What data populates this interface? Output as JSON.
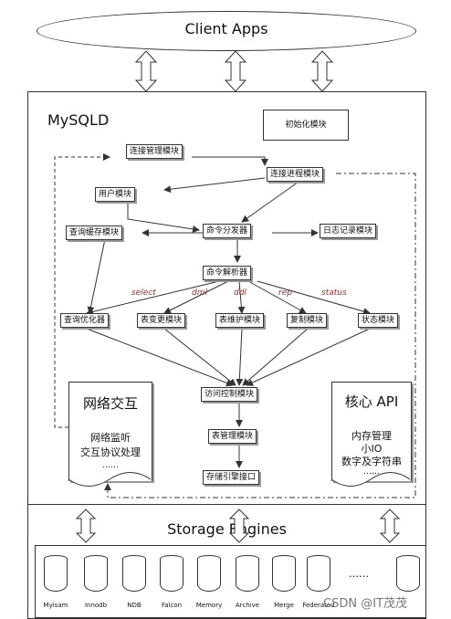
{
  "client_apps": "Client Apps",
  "mysqld": "MySQLD",
  "modules": {
    "init": "初始化模块",
    "conn_mgmt": "连接管理模块",
    "conn_proc": "连接进程模块",
    "user": "用户模块",
    "query_cache": "查询缓存模块",
    "dispatcher": "命令分发器",
    "logging": "日志记录模块",
    "parser": "命令解析器",
    "optimizer": "查询优化器",
    "table_change": "表变更模块",
    "table_maint": "表维护模块",
    "replication": "复制模块",
    "status": "状态模块",
    "access_control": "访问控制模块",
    "table_mgmt": "表管理模块",
    "storage_iface": "存储引擎接口"
  },
  "command_labels": [
    "select",
    "dml",
    "ddl",
    "rep",
    "status"
  ],
  "network_doc": {
    "title": "网络交互",
    "lines": [
      "网络监听",
      "交互协议处理",
      "……"
    ]
  },
  "core_api_doc": {
    "title": "核心 API",
    "lines": [
      "内存管理",
      "小IO",
      "数字及字符串",
      "……"
    ]
  },
  "storage_engines_title": "Storage Engines",
  "engines": [
    "Myisam",
    "Innodb",
    "NDB",
    "Falcon",
    "Memory",
    "Archive",
    "Merge",
    "Federated"
  ],
  "engines_more": "……",
  "watermark": "CSDN @IT茂茂",
  "colors": {
    "line": "#333333",
    "label": "#8b2d2d",
    "text": "#111111"
  }
}
